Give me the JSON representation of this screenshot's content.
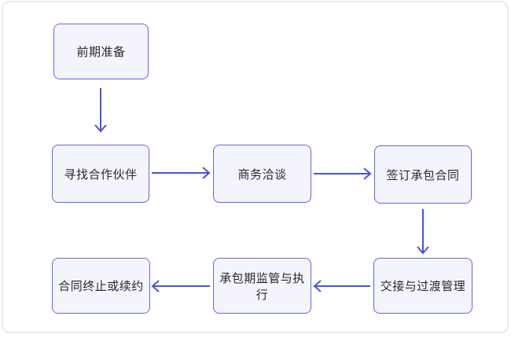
{
  "diagram": {
    "type": "flowchart",
    "colors": {
      "background": "#ffffff",
      "frame_border": "#e8e9f4",
      "node_fill": "#f4f4fd",
      "node_border": "#5f66e0",
      "arrow": "#4b51d8",
      "text": "#26272b"
    },
    "nodes": [
      {
        "id": "prep",
        "label": "前期准备"
      },
      {
        "id": "find-partner",
        "label": "寻找合作伙伴"
      },
      {
        "id": "negotiate",
        "label": "商务洽谈"
      },
      {
        "id": "sign-contract",
        "label": "签订承包合同"
      },
      {
        "id": "handover",
        "label": "交接与过渡管理"
      },
      {
        "id": "supervise",
        "label": "承包期监管与执行"
      },
      {
        "id": "terminate-renew",
        "label": "合同终止或续约"
      }
    ],
    "edges": [
      {
        "from": "前期准备",
        "to": "寻找合作伙伴",
        "direction": "down"
      },
      {
        "from": "寻找合作伙伴",
        "to": "商务洽谈",
        "direction": "right"
      },
      {
        "from": "商务洽谈",
        "to": "签订承包合同",
        "direction": "right"
      },
      {
        "from": "签订承包合同",
        "to": "交接与过渡管理",
        "direction": "down"
      },
      {
        "from": "交接与过渡管理",
        "to": "承包期监管与执行",
        "direction": "left"
      },
      {
        "from": "承包期监管与执行",
        "to": "合同终止或续约",
        "direction": "left"
      }
    ]
  }
}
